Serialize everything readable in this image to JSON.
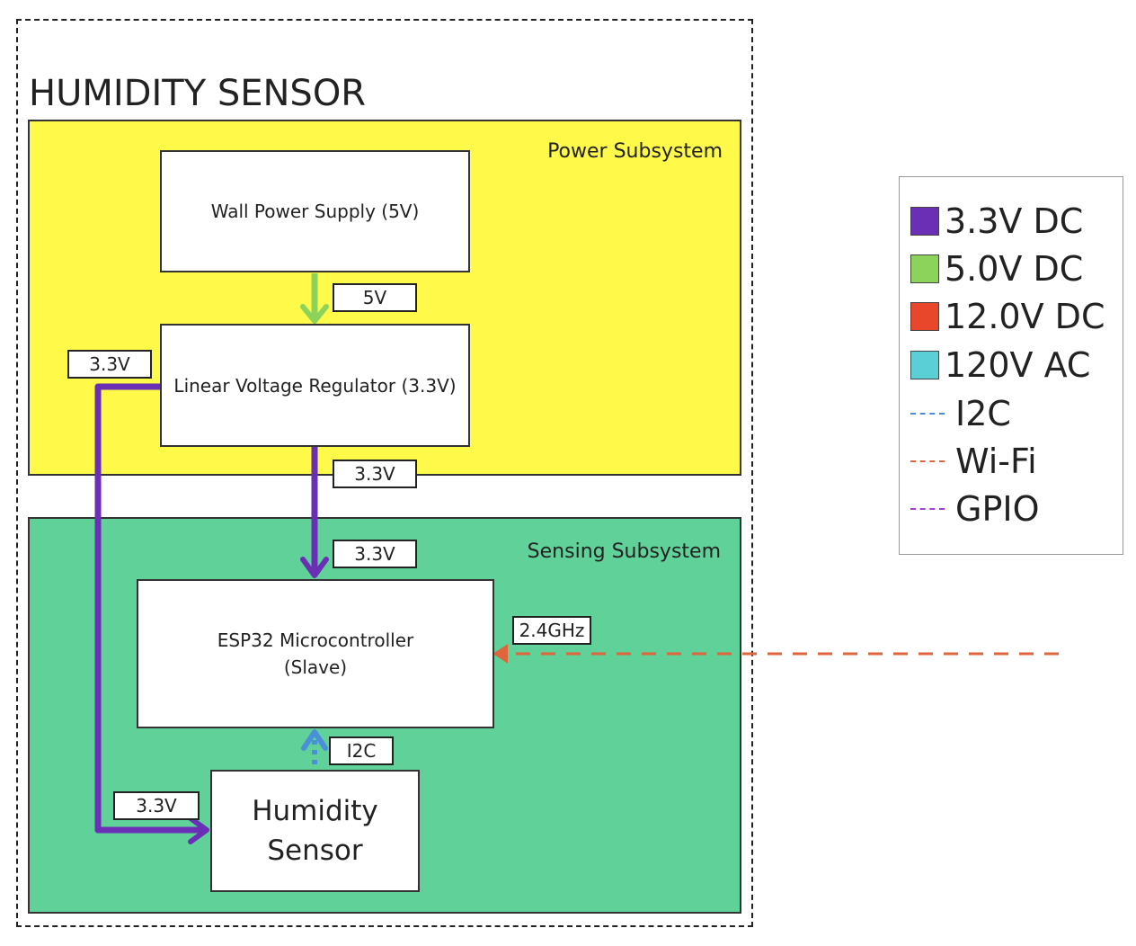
{
  "diagram": {
    "title": "HUMIDITY SENSOR",
    "power_subsystem": {
      "label": "Power Subsystem",
      "color": "#FFF94A"
    },
    "sensing_subsystem": {
      "label": "Sensing Subsystem",
      "color": "#61D19A"
    },
    "blocks": {
      "wall_power_supply": "Wall Power Supply (5V)",
      "linear_regulator": "Linear Voltage Regulator (3.3V)",
      "esp32": "ESP32 Microcontroller\n(Slave)",
      "humidity_sensor": "Humidity\nSensor"
    },
    "connection_labels": {
      "supply_to_regulator": "5V",
      "regulator_side": "3.3V",
      "regulator_out": "3.3V",
      "esp32_in": "3.3V",
      "wifi": "2.4GHz",
      "i2c": "I2C",
      "sensor_in": "3.3V"
    },
    "connections": [
      {
        "from": "Wall Power Supply (5V)",
        "to": "Linear Voltage Regulator (3.3V)",
        "type": "5.0V DC"
      },
      {
        "from": "Linear Voltage Regulator (3.3V)",
        "to": "ESP32 Microcontroller (Slave)",
        "type": "3.3V DC"
      },
      {
        "from": "Linear Voltage Regulator (3.3V)",
        "to": "Humidity Sensor",
        "type": "3.3V DC"
      },
      {
        "from": "Humidity Sensor",
        "to": "ESP32 Microcontroller (Slave)",
        "type": "I2C"
      },
      {
        "from": "external",
        "to": "ESP32 Microcontroller (Slave)",
        "type": "Wi-Fi"
      }
    ],
    "colors": {
      "dc_3v3": "#6A2FB4",
      "dc_5v": "#8CD35B",
      "dc_12v": "#E8472B",
      "ac_120v": "#5BCFD6",
      "i2c": "#4A90D9",
      "wifi": "#E0643C",
      "gpio": "#A43FD6"
    }
  },
  "legend": {
    "items": [
      {
        "label": "3.3V DC",
        "kind": "swatch",
        "color": "#6A2FB4"
      },
      {
        "label": "5.0V DC",
        "kind": "swatch",
        "color": "#8CD35B"
      },
      {
        "label": "12.0V DC",
        "kind": "swatch",
        "color": "#E8472B"
      },
      {
        "label": "120V AC",
        "kind": "swatch",
        "color": "#5BCFD6"
      },
      {
        "label": "I2C",
        "kind": "dashed",
        "color": "#4A90D9"
      },
      {
        "label": "Wi-Fi",
        "kind": "dashed",
        "color": "#E0643C"
      },
      {
        "label": "GPIO",
        "kind": "dashed",
        "color": "#A43FD6"
      }
    ]
  }
}
